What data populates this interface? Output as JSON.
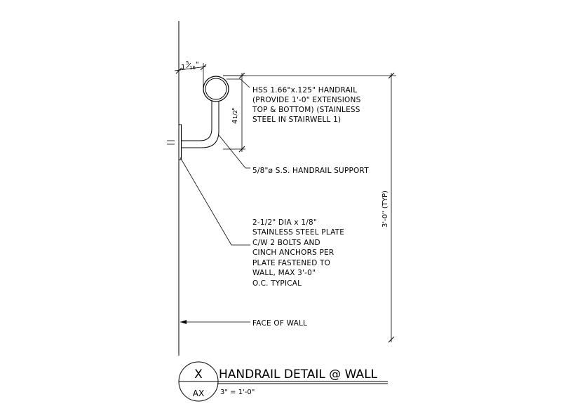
{
  "handrail_note": [
    "HSS 1.66\"x.125\" HANDRAIL",
    "(PROVIDE 1'-0\" EXTENSIONS",
    "TOP & BOTTOM) (STAINLESS",
    "STEEL IN STAIRWELL 1)"
  ],
  "support_note": "5/8\"ø S.S. HANDRAIL SUPPORT",
  "plate_note": [
    "2-1/2\" DIA x 1/8\"",
    "STAINLESS STEEL PLATE",
    "C/W 2 BOLTS AND",
    "CINCH ANCHORS PER",
    "PLATE FASTENED TO",
    "WALL, MAX 3'-0\"",
    "O.C. TYPICAL"
  ],
  "wall_note": "FACE OF WALL",
  "dimensions": {
    "clearance_whole": "1",
    "clearance_num": "5",
    "clearance_den": "16",
    "clearance_unit": "\"",
    "drop_whole": "4",
    "drop_frac": "1/2",
    "drop_unit": "\"",
    "height": "3'-0\" (TYP)"
  },
  "title_block": {
    "detail_id": "X",
    "sheet_id": "AX",
    "title": "HANDRAIL DETAIL @ WALL",
    "scale": "3\" = 1'-0\""
  }
}
